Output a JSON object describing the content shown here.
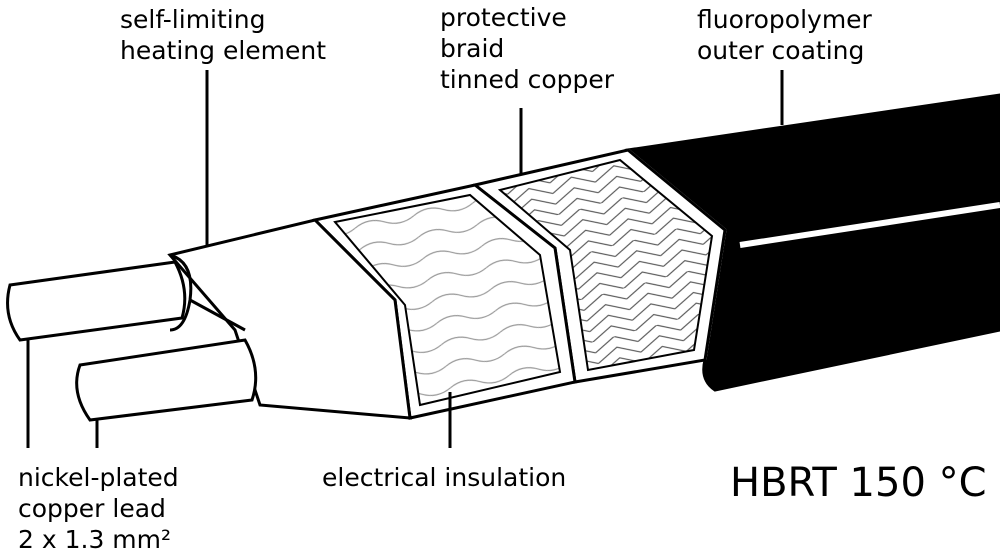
{
  "labels": {
    "heating_element": [
      "self-limiting",
      "heating element"
    ],
    "braid": [
      "protective",
      "braid",
      "tinned copper"
    ],
    "coating": [
      "fluoropolymer",
      "outer coating"
    ],
    "lead": [
      "nickel-plated",
      "copper lead",
      "2 x 1.3 mm²"
    ],
    "insulation": [
      "electrical insulation"
    ]
  },
  "product": {
    "name": "HBRT 150 °C"
  }
}
